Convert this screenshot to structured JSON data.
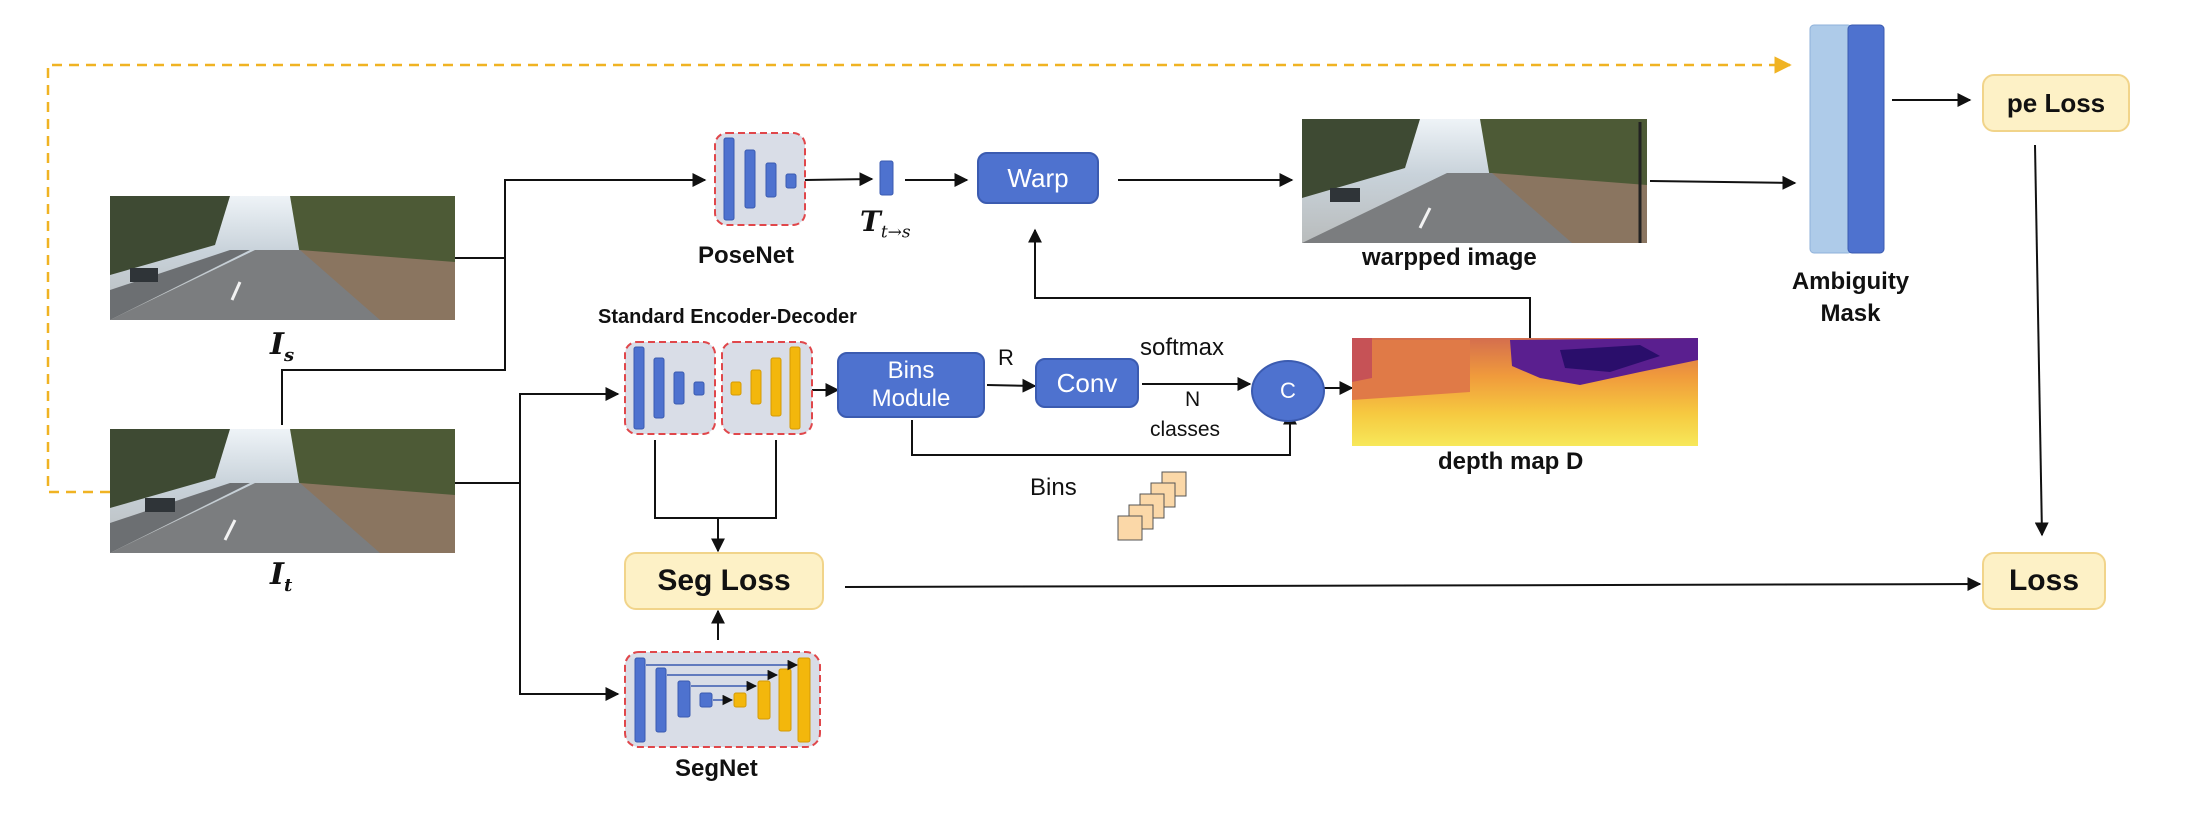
{
  "labels": {
    "is_main": "I",
    "is_sub": "s",
    "it_main": "I",
    "it_sub": "t",
    "posenet": "PoseNet",
    "transform_main": "T",
    "transform_sub": "t→s",
    "standard_encoder_decoder": "Standard Encoder-Decoder",
    "warp": "Warp",
    "warpped_image": "warpped image",
    "bins_module": "Bins Module",
    "r": "R",
    "conv": "Conv",
    "softmax": "softmax",
    "n": "N",
    "classes": "classes",
    "c": "C",
    "depth_map": "depth map D",
    "bins": "Bins",
    "seg_loss": "Seg Loss",
    "segnet": "SegNet",
    "ambiguity": "Ambiguity",
    "mask": "Mask",
    "pe_loss": "pe Loss",
    "loss": "Loss"
  },
  "colors": {
    "block_blue": "#4e72cf",
    "block_yellow": "#f3b70c",
    "net_bg": "#d9dde7",
    "net_border": "#e0474b",
    "loss_fill": "#fdf1c6",
    "mask_light": "#aecbe9",
    "dashed_arrow": "#f0b323"
  }
}
